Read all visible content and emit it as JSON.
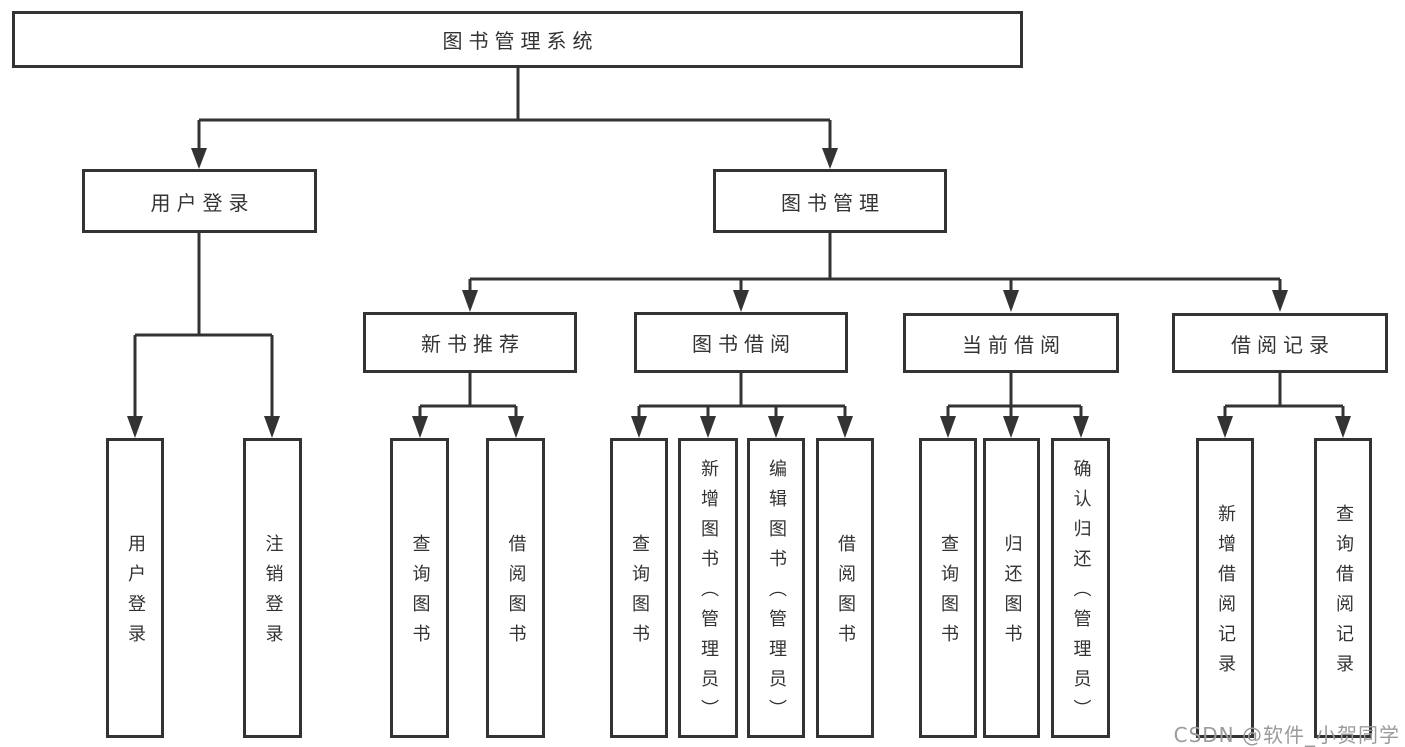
{
  "diagram": {
    "tree": {
      "root": {
        "label": "图书管理系统"
      },
      "children": [
        {
          "label": "用户登录",
          "children": [
            {
              "label": "用户登录"
            },
            {
              "label": "注销登录"
            }
          ]
        },
        {
          "label": "图书管理",
          "children": [
            {
              "label": "新书推荐",
              "children": [
                {
                  "label": "查询图书"
                },
                {
                  "label": "借阅图书"
                }
              ]
            },
            {
              "label": "图书借阅",
              "children": [
                {
                  "label": "查询图书"
                },
                {
                  "label": "新增图书（管理员）"
                },
                {
                  "label": "编辑图书（管理员）"
                },
                {
                  "label": "借阅图书"
                }
              ]
            },
            {
              "label": "当前借阅",
              "children": [
                {
                  "label": "查询图书"
                },
                {
                  "label": "归还图书"
                },
                {
                  "label": "确认归还（管理员）"
                }
              ]
            },
            {
              "label": "借阅记录",
              "children": [
                {
                  "label": "新增借阅记录"
                },
                {
                  "label": "查询借阅记录"
                }
              ]
            }
          ]
        }
      ]
    },
    "watermark": "CSDN @软件_小贺同学",
    "colors": {
      "line": "#333333",
      "border": "#333333",
      "text": "#333333",
      "watermark": "#9b9b9b",
      "background": "#ffffff"
    }
  }
}
